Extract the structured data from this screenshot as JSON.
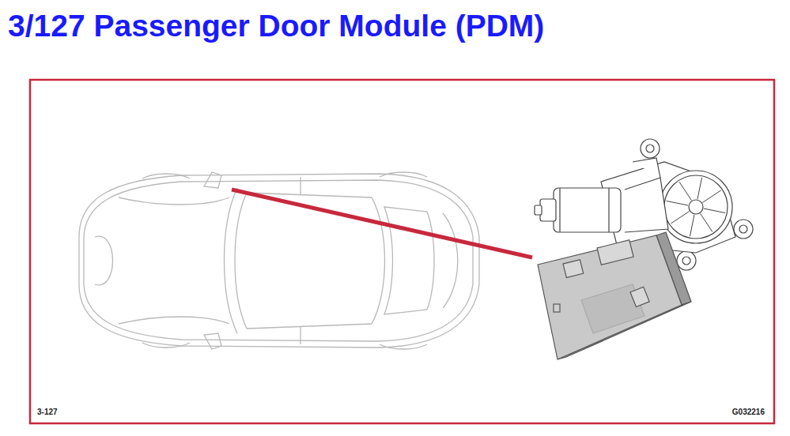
{
  "diagram": {
    "title": "3/127 Passenger Door Module (PDM)",
    "labels": [
      "3-127",
      "G032216"
    ]
  }
}
